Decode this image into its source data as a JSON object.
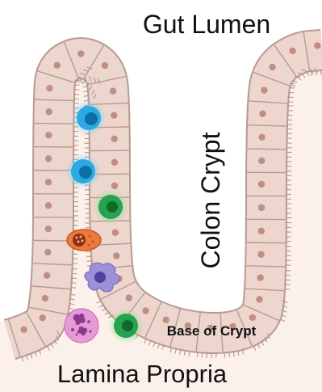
{
  "labels": {
    "top": "Gut Lumen",
    "middle": "Colon Crypt",
    "base": "Base of Crypt",
    "bottom": "Lamina Propria"
  },
  "colors": {
    "lamina_fill": "#fbf1ea",
    "epithelium_fill": "#ecd6ce",
    "cell_border": "#b99a92",
    "nucleus": "#c08f82",
    "microvilli": "#b3968f",
    "blue_cell": "#2aa9e3",
    "green_cell": "#27a24e",
    "orange_cell": "#ea7a3e",
    "purple_cell": "#9d90d8",
    "pink_cell": "#e79ad8"
  },
  "cells": [
    {
      "type": "blue-immune-cell",
      "color_key": "blue_cell"
    },
    {
      "type": "blue-immune-cell",
      "color_key": "blue_cell"
    },
    {
      "type": "green-immune-cell",
      "color_key": "green_cell"
    },
    {
      "type": "orange-granular-cell",
      "color_key": "orange_cell"
    },
    {
      "type": "purple-macrophage",
      "color_key": "purple_cell"
    },
    {
      "type": "pink-granulocyte",
      "color_key": "pink_cell"
    },
    {
      "type": "green-immune-cell",
      "color_key": "green_cell"
    }
  ]
}
